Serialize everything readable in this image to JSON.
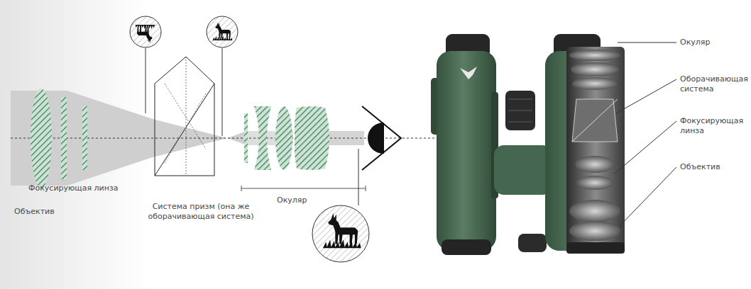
{
  "diagram": {
    "labels": [
      "Фокусирующая линза",
      "Объектив",
      "Система призм (она же оборачивающая система)",
      "Окуляр",
      "Окуляр",
      "Оборачивающая система",
      "Фокусирующая линза",
      "Объектив"
    ]
  }
}
